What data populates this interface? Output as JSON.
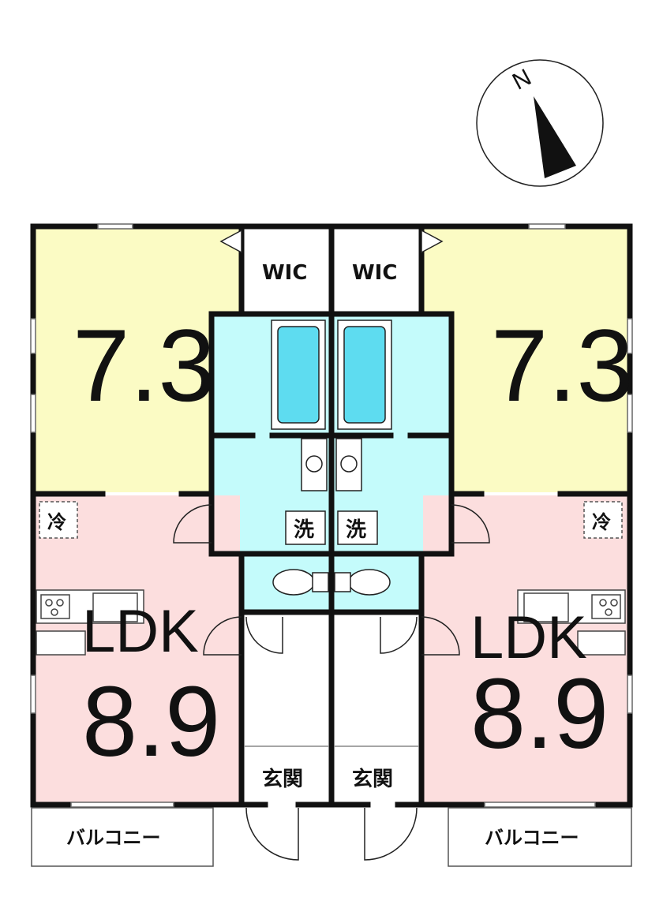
{
  "compass": {
    "north_label": "N"
  },
  "units": [
    {
      "bedroom_area": "7.3",
      "wic_label": "WIC",
      "fridge_label": "冷",
      "washer_label": "洗",
      "ldk_label": "LDK",
      "ldk_area": "8.9",
      "entrance_label": "玄関",
      "balcony_label": "バルコニー"
    },
    {
      "bedroom_area": "7.3",
      "wic_label": "WIC",
      "fridge_label": "冷",
      "washer_label": "洗",
      "ldk_label": "LDK",
      "ldk_area": "8.9",
      "entrance_label": "玄関",
      "balcony_label": "バルコニー"
    }
  ],
  "colors": {
    "bedroom": "#fbfbc4",
    "ldk": "#fcdede",
    "wet": "#c4fbfb",
    "wall": "#111111",
    "stair": "#ffffff"
  }
}
